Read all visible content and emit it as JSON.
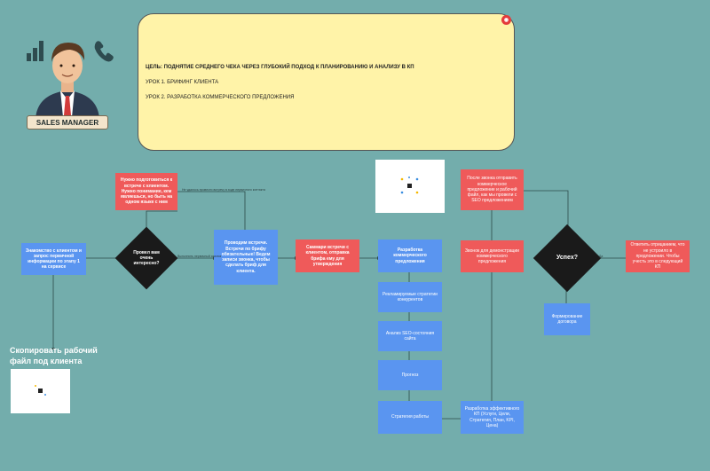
{
  "avatar": {
    "label": "SALES MANAGER"
  },
  "goal_card": {
    "title": "ЦЕЛЬ: ПОДНЯТИЕ СРЕДНЕГО ЧЕКА ЧЕРЕЗ ГЛУБОКИЙ ПОДХОД К ПЛАНИРОВАНИЮ И АНАЛИЗУ В КП",
    "lesson_1": "УРОК 1. БРИФИНГ КЛИЕНТА",
    "lesson_2": "УРОК 2. РАЗРАБОТКА КОММЕРЧЕСКОГО ПРЕДЛОЖЕНИЯ"
  },
  "nodes": {
    "intro": "Знакомство с клиентом и запрос первичной информации по этапу 1 на сервисе",
    "prep_meeting": "Нужно подготовиться к встрече с клиентом. Нужно понимание, кем являешься, но быть на одном языке с ним",
    "decision_1": "Провел вам очень интересно?",
    "meeting": "Проводим встречи. Встречи по брифу обязательные! Ведем записи звонка, чтобы сделать бриф для клиента.",
    "summary": "Саммари встречи с клиентом, отправка брифа ему для утверждения",
    "kp_dev": "Разработка коммерческого предложения",
    "competitors": "Рекламируемые стратегии конкурентов",
    "seo_analysis": "Анализ SEO-состояния сайта",
    "forecast": "Прогноз",
    "strategy": "Стратегия работы",
    "effective_kp": "Разработка эффективного КП (Услуги, Цели, Стратегия, План, KPI, Цена)",
    "demo_meeting": "Звонок для демонстрации коммерческого предложения",
    "send_kp": "После звонка отправить коммерческое предложение и рабочий файл, как мы провели с SEO предложением",
    "decision_2": "Успех?",
    "reply": "Ответить отрицанием, что не устроило в предложении. Чтобы учесть это в следующий КП",
    "contract": "Формирование договора"
  },
  "edge_labels": {
    "label_top": "Не удалось провести встречу в ходе первичного контакта",
    "label_mid": "Выполнить первичный анализ",
    "label_yes": "Да"
  },
  "copy_section": {
    "title": "Скопировать рабочий файл под клиента"
  },
  "icons": {
    "chart": "bar-chart-icon",
    "phone": "phone-icon",
    "badge": "miro-badge-icon"
  }
}
